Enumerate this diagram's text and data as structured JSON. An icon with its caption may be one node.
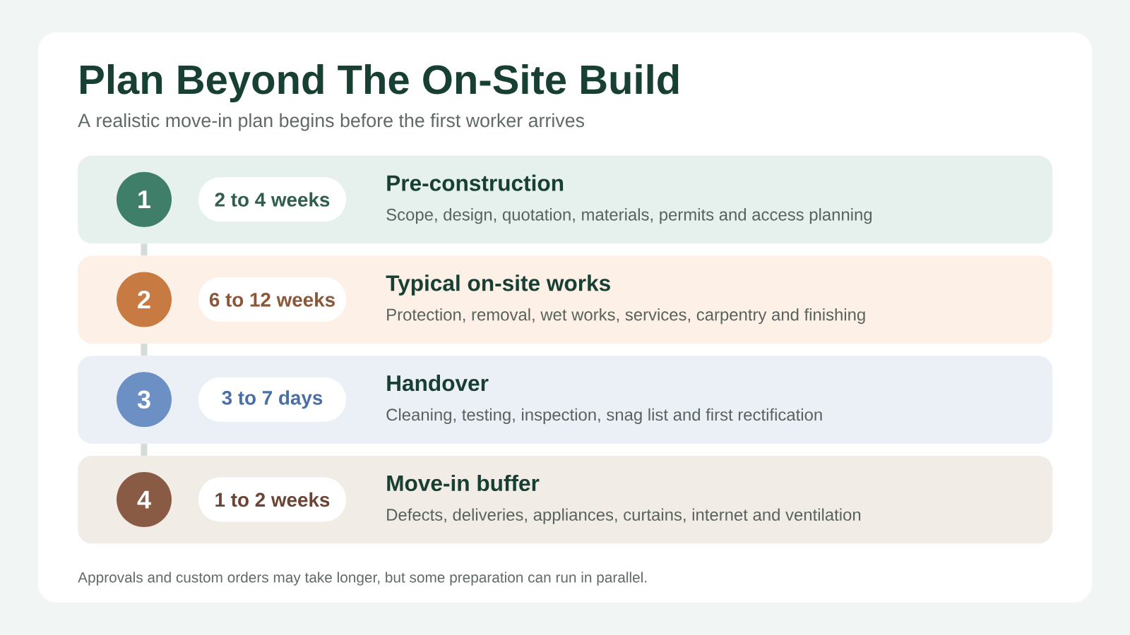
{
  "diagram": {
    "title": "Plan Beyond The On-Site Build",
    "nodes": [
      {
        "text": [
          "Pre-construction",
          "Scope, design, quotation, materials, permits and access planning"
        ]
      },
      {
        "text": [
          "1"
        ],
        "in": 0
      },
      {
        "text": [
          "2 to 4 weeks"
        ],
        "in": 0
      },
      {
        "text": [
          "Typical on-site works",
          "Protection, removal, wet works, services, carpentry and finishing"
        ]
      },
      {
        "text": [
          "2"
        ],
        "in": 3
      },
      {
        "text": [
          "6 to 12 weeks"
        ],
        "in": 3
      },
      {
        "text": [
          "Handover",
          "Cleaning, testing, inspection, snag list and first rectification"
        ]
      },
      {
        "text": [
          "3"
        ],
        "in": 6
      },
      {
        "text": [
          "3 to 7 days"
        ],
        "in": 6
      },
      {
        "text": [
          "Move-in buffer",
          "Defects, deliveries, appliances, curtains, internet and ventilation"
        ]
      },
      {
        "text": [
          "4"
        ],
        "in": 9
      },
      {
        "text": [
          "1 to 2 weeks"
        ],
        "in": 9
      }
    ],
    "edges": [
      {
        "from": 0,
        "to": 3,
        "arrow": "none"
      },
      {
        "from": 3,
        "to": 6,
        "arrow": "none"
      },
      {
        "from": 6,
        "to": 9,
        "arrow": "none"
      }
    ],
    "labels": [
      "A realistic move-in plan begins before the first worker arrives",
      "Approvals and custom orders may take longer, but some preparation can run in parallel."
    ]
  }
}
